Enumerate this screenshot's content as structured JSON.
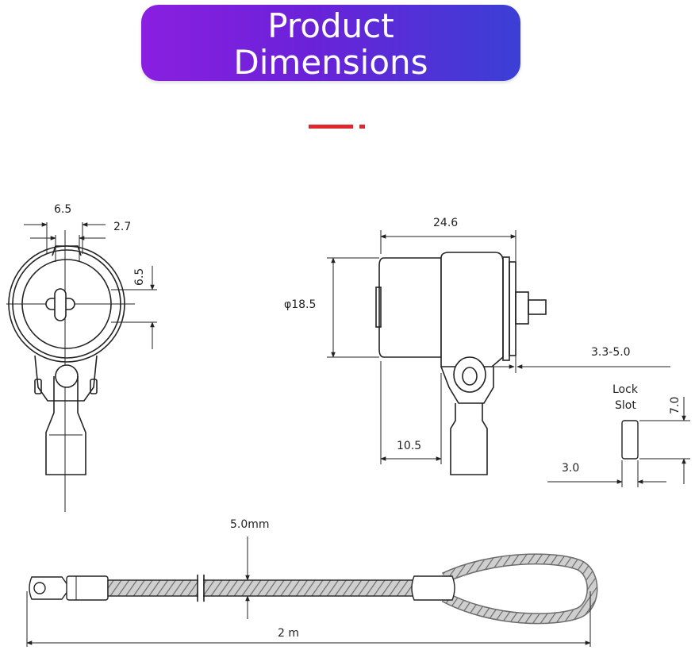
{
  "header": {
    "title": "Product\nDimensions",
    "colors": {
      "gradient_start": "#8a1fe0",
      "gradient_end": "#3b3fd6",
      "accent": "#e0262e"
    }
  },
  "front_view": {
    "width_label": "6.5",
    "slot_label": "2.7",
    "height_label": "6.5"
  },
  "side_view": {
    "length_label": "24.6",
    "diameter_label": "φ18.5",
    "shaft_label": "3.3-5.0",
    "base_label": "10.5"
  },
  "lock_slot": {
    "title_line1": "Lock",
    "title_line2": "Slot",
    "height_label": "7.0",
    "width_label": "3.0"
  },
  "cable": {
    "diameter_label": "5.0mm",
    "length_label": "2 m"
  }
}
